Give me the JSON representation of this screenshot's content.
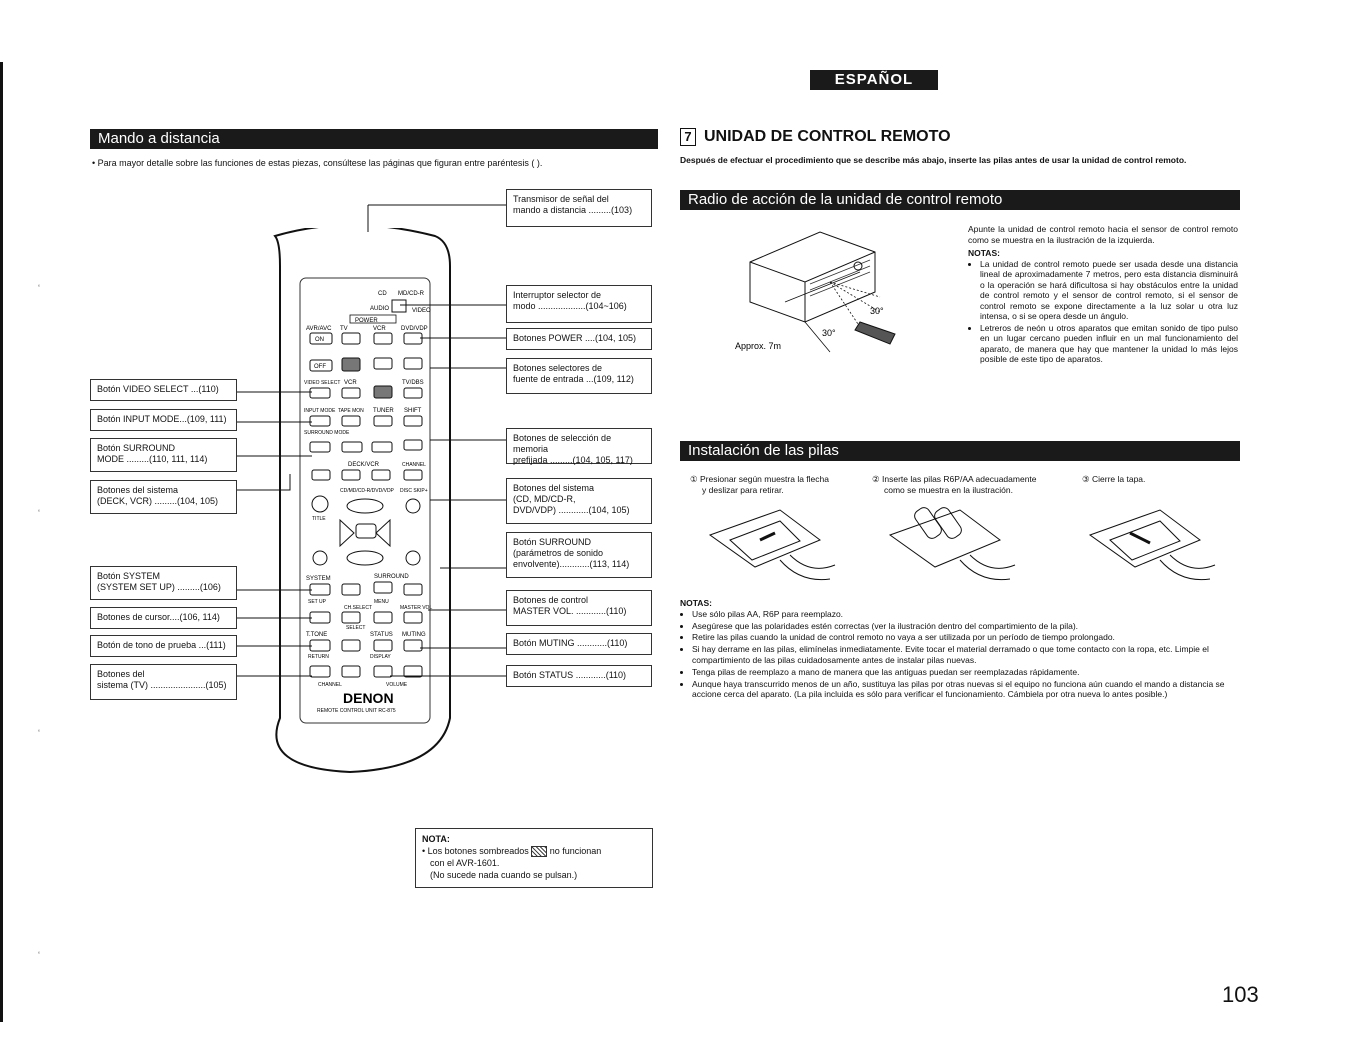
{
  "language_tag": "ESPAÑOL",
  "left": {
    "band_title": "Mando a distancia",
    "intro": "Para mayor detalle sobre las funciones de estas piezas, consúltese las páginas que figuran entre paréntesis (   ).",
    "callouts_left": [
      {
        "line1": "Botón VIDEO SELECT ...(110)",
        "line2": ""
      },
      {
        "line1": "Botón INPUT MODE...(109, 111)",
        "line2": ""
      },
      {
        "line1": "Botón SURROUND",
        "line2": "MODE .........(110, 111, 114)"
      },
      {
        "line1": "Botones del sistema",
        "line2": "(DECK, VCR) .........(104, 105)"
      },
      {
        "line1": "Botón SYSTEM",
        "line2": "(SYSTEM SET UP) .........(106)"
      },
      {
        "line1": "Botones de cursor....(106, 114)",
        "line2": ""
      },
      {
        "line1": "Botón de tono de prueba ...(111)",
        "line2": ""
      },
      {
        "line1": "Botones del",
        "line2": "sistema (TV) ......................(105)"
      }
    ],
    "callouts_right": [
      {
        "line1": "Transmisor de señal del",
        "line2": "mando a distancia .........(103)",
        "line3": ""
      },
      {
        "line1": "Interruptor selector de",
        "line2": "modo ...................(104~106)",
        "line3": ""
      },
      {
        "line1": "Botones POWER ....(104, 105)",
        "line2": "",
        "line3": ""
      },
      {
        "line1": "Botones selectores de",
        "line2": "fuente de entrada ...(109, 112)",
        "line3": ""
      },
      {
        "line1": "Botones de selección de memoria",
        "line2": "prefijada .........(104, 105, 117)",
        "line3": ""
      },
      {
        "line1": "Botones del sistema",
        "line2": "(CD, MD/CD-R,",
        "line3": "DVD/VDP) ............(104, 105)"
      },
      {
        "line1": "Botón SURROUND",
        "line2": "(parámetros de sonido",
        "line3": "envolvente)............(113, 114)"
      },
      {
        "line1": "Botones de control",
        "line2": "MASTER VOL. ............(110)",
        "line3": ""
      },
      {
        "line1": "Botón MUTING ............(110)",
        "line2": "",
        "line3": ""
      },
      {
        "line1": "Botón STATUS ............(110)",
        "line2": "",
        "line3": ""
      }
    ],
    "remote": {
      "brand": "DENON",
      "model": "REMOTE CONTROL UNIT RC-875",
      "labels": {
        "cd": "CD",
        "mdcdr": "MD/CD-R",
        "audio": "AUDIO",
        "video": "VIDEO",
        "power": "POWER",
        "avr": "AVR/AVC",
        "tv": "TV",
        "vcr": "VCR",
        "dvd": "DVD/VDP",
        "on": "ON",
        "off": "OFF",
        "video_select": "VIDEO SELECT",
        "tvdbs": "TV/DBS",
        "input_mode": "INPUT MODE",
        "tape_mon": "TAPE MON",
        "tuner": "TUNER",
        "shift": "SHIFT",
        "surround_mode": "SURROUND MODE",
        "deck_vcr": "DECK/VCR",
        "channel": "CHANNEL",
        "cd_md_dvd": "CD/MD/CD-R/DVD/VDP",
        "disc_skip": "DISC SKIP+",
        "title": "TITLE",
        "system": "SYSTEM",
        "surround": "SURROUND",
        "setup": "SET UP",
        "menu": "MENU",
        "ch_select": "CH.SELECT",
        "master_vol": "MASTER VOL",
        "select": "SELECT",
        "ttone": "T.TONE",
        "status": "STATUS",
        "muting": "MUTING",
        "return": "RETURN",
        "display": "DISPLAY",
        "volume": "VOLUME"
      }
    },
    "nota": {
      "title": "NOTA:",
      "line1a": "Los botones sombreados",
      "line1b": "no funcionan",
      "line2": "con el AVR-1601.",
      "line3": "(No sucede nada cuando se pulsan.)"
    }
  },
  "right": {
    "section_number": "7",
    "section_title": "UNIDAD DE CONTROL REMOTO",
    "intro": "Después de efectuar el procedimiento que se describe más abajo, inserte las pilas antes de usar la unidad de control remoto.",
    "range_band": "Radio de acción de la unidad de control remoto",
    "range_illus": {
      "approx": "Approx. 7m",
      "angle1": "30°",
      "angle2": "30°"
    },
    "range_text": "Apunte la unidad de control remoto hacia el sensor de control remoto como se muestra en la ilustración de la izquierda.",
    "range_notes_title": "NOTAS:",
    "range_notes": [
      "La unidad de control remoto puede ser usada desde una distancia lineal de aproximadamente 7 metros, pero esta distancia disminuirá o la operación se hará dificultosa si hay obstáculos entre la unidad de control remoto y el sensor de control remoto, si el sensor de control remoto se expone directamente a la luz solar u otra luz intensa, o si se opera desde un ángulo.",
      "Letreros de neón u otros aparatos que emitan sonido de tipo pulso en un lugar cercano pueden influir en un mal funcionamiento del aparato, de manera que hay que mantener la unidad lo más lejos posible de este tipo de aparatos."
    ],
    "battery_band": "Instalación de las pilas",
    "steps": [
      {
        "num": "①",
        "line1": "Presionar según muestra la flecha",
        "line2": "y deslizar para retirar."
      },
      {
        "num": "②",
        "line1": "Inserte las pilas R6P/AA adecuadamente",
        "line2": "como se muestra en la ilustración."
      },
      {
        "num": "③",
        "line1": "Cierre la tapa.",
        "line2": ""
      }
    ],
    "battery_notes_title": "NOTAS:",
    "battery_notes": [
      "Use sólo pilas AA, R6P para reemplazo.",
      "Asegúrese que las polaridades estén correctas (ver la ilustración dentro del compartimiento de la pila).",
      "Retire las pilas cuando la unidad de control remoto no vaya a ser utilizada por un período de tiempo prolongado.",
      "Si hay derrame en las pilas, elimínelas inmediatamente. Evite tocar el material derramado o que tome contacto con la ropa, etc. Limpie el compartimiento de las pilas cuidadosamente antes de instalar pilas nuevas.",
      "Tenga pilas de reemplazo a mano de manera que las antiguas puedan ser reemplazadas rápidamente.",
      "Aunque haya transcurrido menos de un año, sustituya las pilas por otras nuevas si el equipo no funciona aún cuando el mando a distancia se accione cerca del aparato. (La pila incluida es sólo para verificar el funcionamiento. Cámbiela por otra nueva lo antes posible.)"
    ]
  },
  "page_number": "103"
}
